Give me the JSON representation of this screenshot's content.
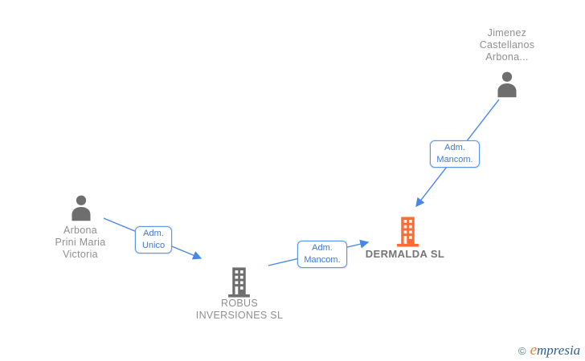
{
  "diagram": {
    "persons": [
      {
        "name": "Jimenez\nCastellanos\nArbona..."
      },
      {
        "name": "Arbona\nPrini Maria\nVictoria"
      }
    ],
    "companies": [
      {
        "name": "ROBUS\nINVERSIONES SL"
      },
      {
        "name": "DERMALDA SL",
        "highlighted": true
      }
    ],
    "relationships": [
      {
        "from": "Arbona Prini Maria Victoria",
        "to": "ROBUS INVERSIONES SL",
        "label": "Adm.\nUnico"
      },
      {
        "from": "ROBUS INVERSIONES SL",
        "to": "DERMALDA SL",
        "label": "Adm.\nMancom."
      },
      {
        "from": "Jimenez Castellanos Arbona...",
        "to": "DERMALDA SL",
        "label": "Adm.\nMancom."
      }
    ]
  },
  "footer": {
    "copyright_symbol": "©",
    "brand_initial": "e",
    "brand_rest": "mpresia"
  },
  "colors": {
    "arrow_blue": "#4A86E8",
    "box_border_blue": "#5C95E8",
    "box_text_blue": "#3E78D6",
    "node_gray": "#6E6E6E",
    "label_gray": "#8F8F8F",
    "highlight_orange": "#FF6A33",
    "logo_copyright_teal": "#4E7F95",
    "logo_orange": "#EC7D2D",
    "logo_blue": "#2F608C"
  }
}
